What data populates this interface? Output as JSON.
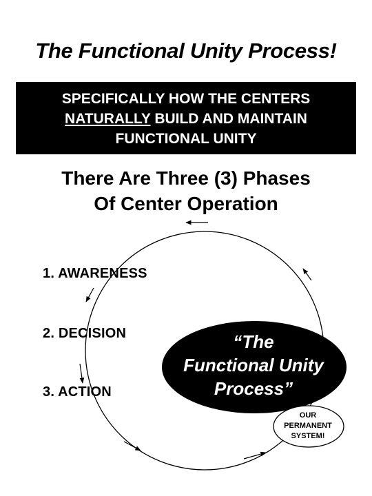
{
  "title": "The Functional Unity Process!",
  "banner": {
    "line1": "SPECIFICALLY HOW THE CENTERS",
    "line2_underlined": "NATURALLY",
    "line2_rest": " BUILD AND MAINTAIN",
    "line3": "FUNCTIONAL UNITY"
  },
  "subtitle": {
    "line1": "There Are Three (3) Phases",
    "line2": "Of Center Operation"
  },
  "phases": [
    "1. AWARENESS",
    "2. DECISION",
    "3. ACTION"
  ],
  "process": {
    "line1": "“The",
    "line2": "Functional Unity",
    "line3": "Process”"
  },
  "badge": {
    "line1": "OUR",
    "line2": "PERMANENT",
    "line3": "SYSTEM!"
  },
  "colors": {
    "ink": "#000000",
    "paper": "#ffffff"
  }
}
